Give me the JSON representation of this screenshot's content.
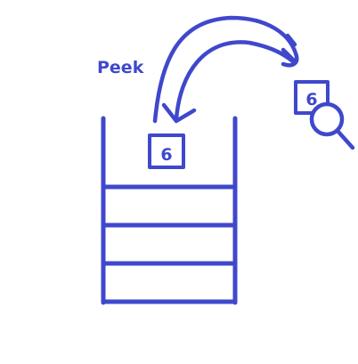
{
  "label": "Peek",
  "top_value": "6",
  "peeked_value": "6",
  "ink_color": "#3f48cc",
  "icon": "magnifier-icon"
}
